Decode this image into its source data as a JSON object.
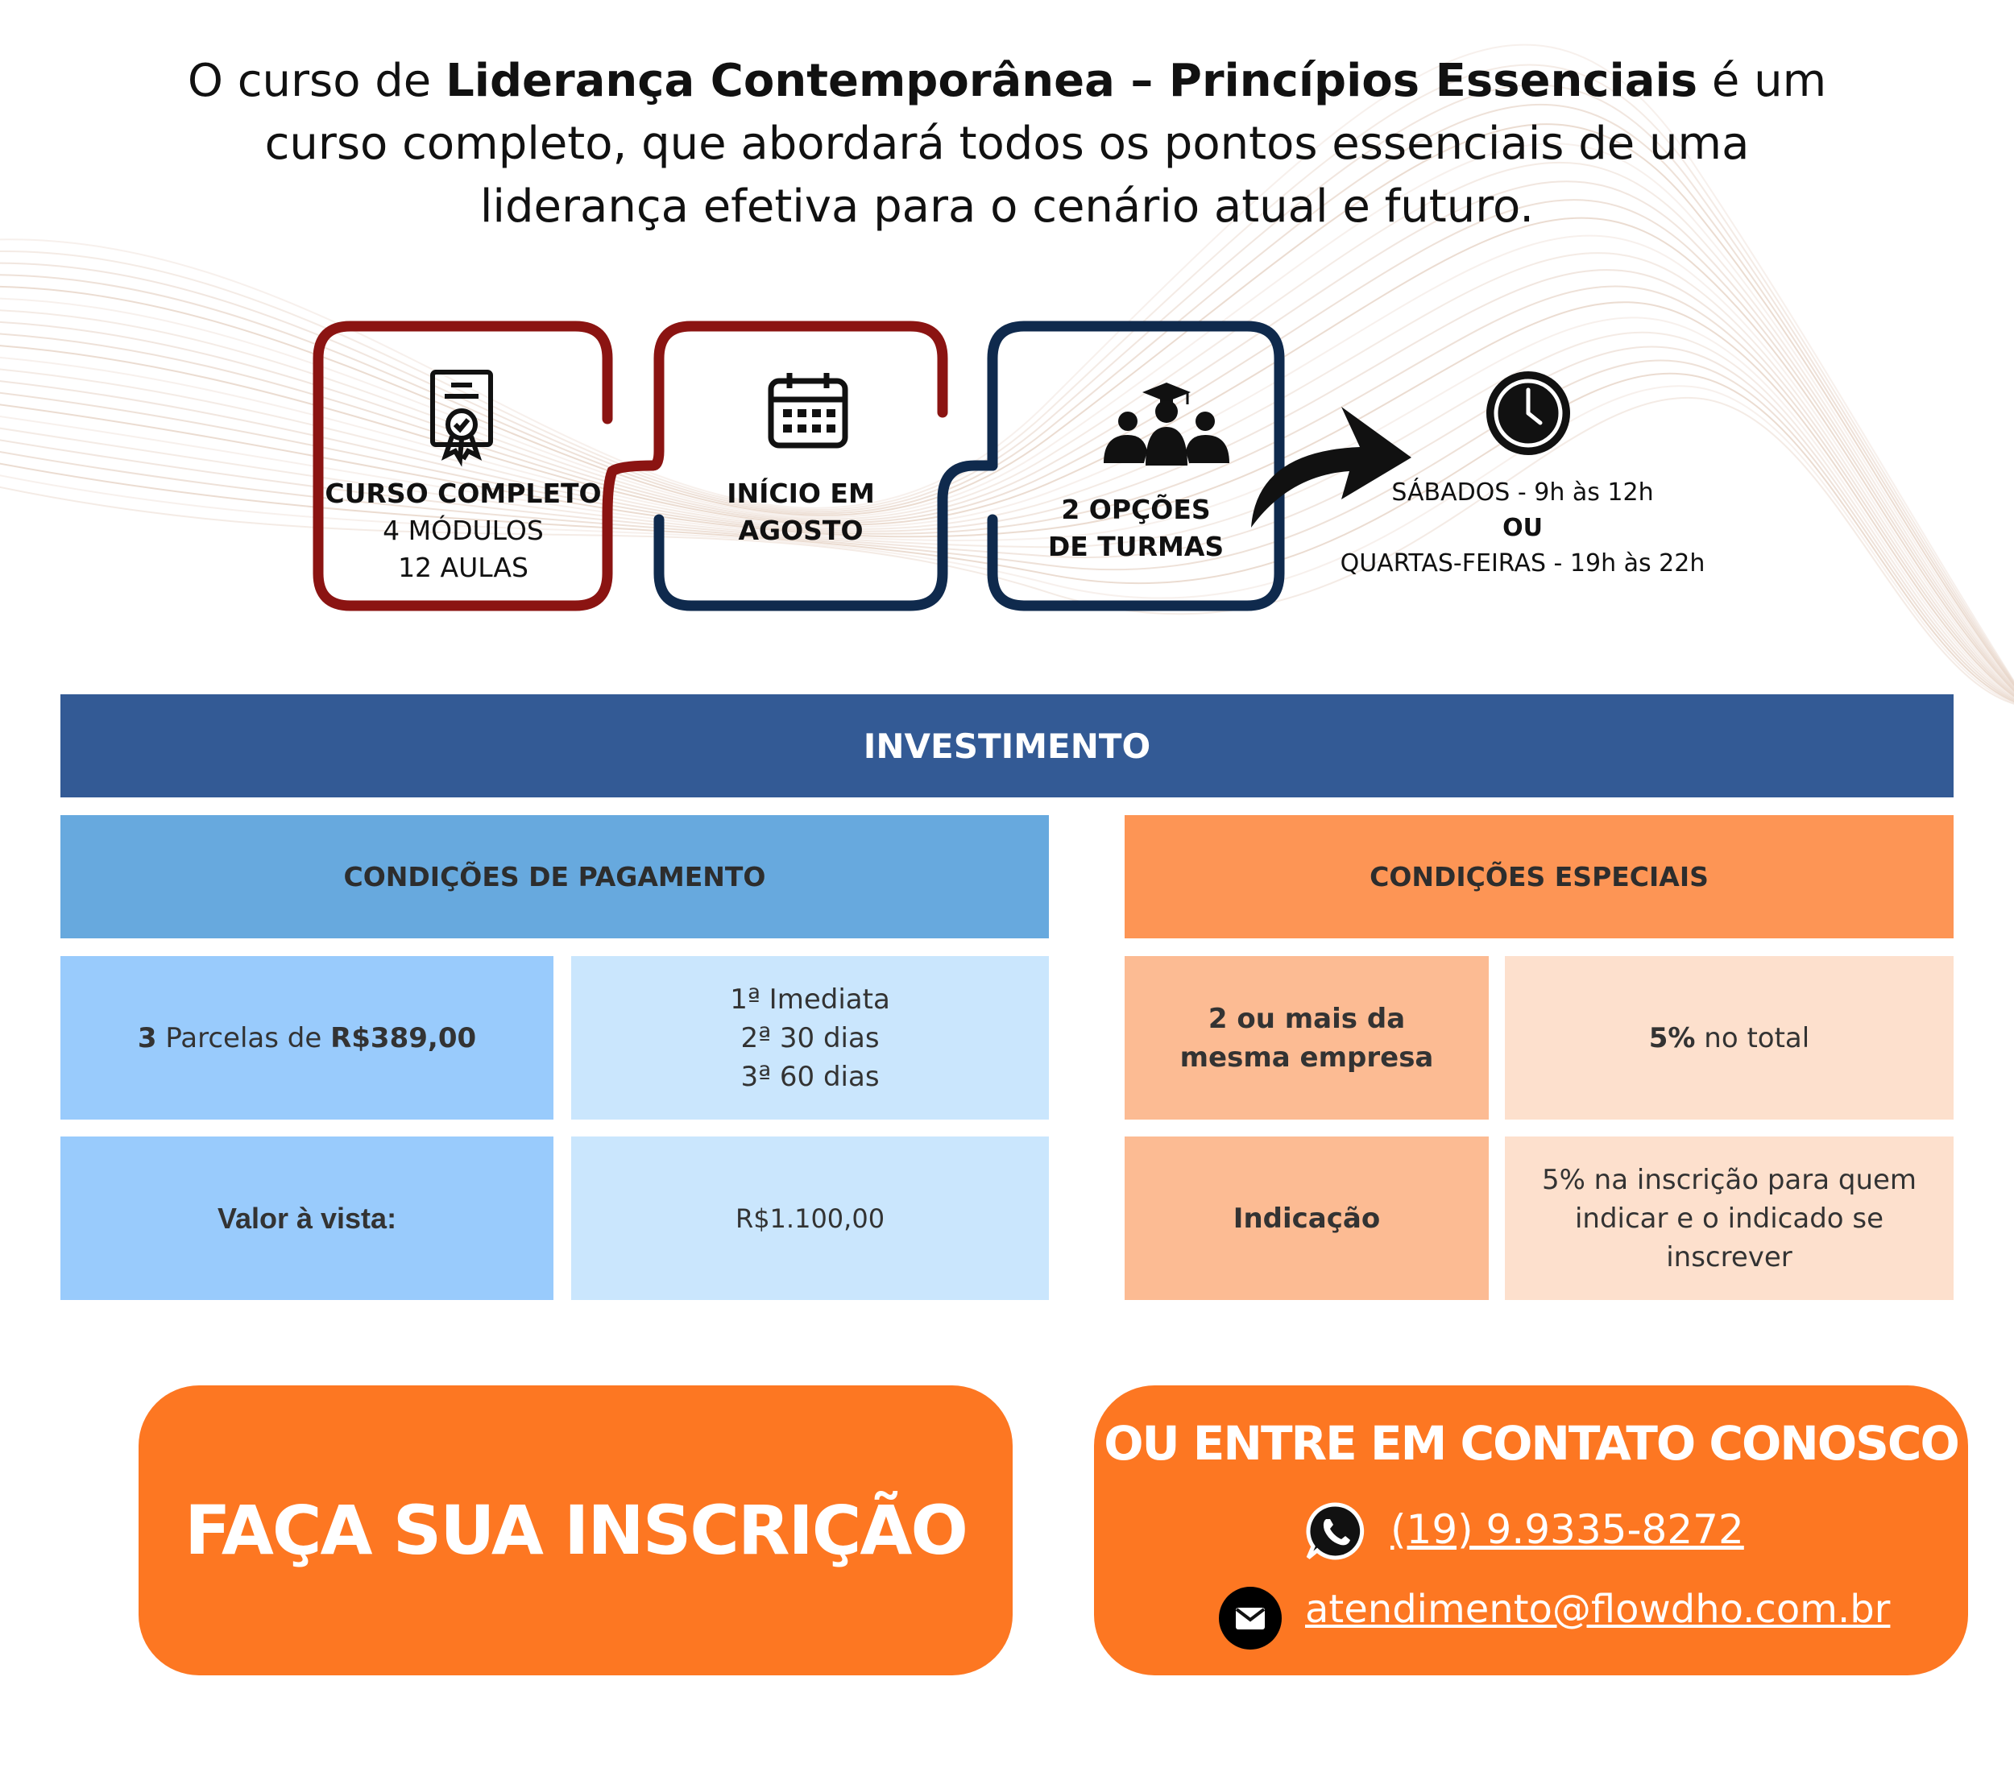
{
  "intro": {
    "prefix": "O curso de ",
    "course_name": "Liderança Contemporânea – Princípios Essenciais",
    "suffix": " é um curso completo, que abordará todos os pontos essenciais de uma liderança efetiva para o cenário atual e futuro."
  },
  "steps": {
    "step1": {
      "title": "CURSO COMPLETO",
      "line2": "4 MÓDULOS",
      "line3": "12 AULAS"
    },
    "step2": {
      "line1": "INÍCIO EM",
      "line2": "AGOSTO"
    },
    "step3": {
      "line1": "2 OPÇÕES",
      "line2": "DE TURMAS"
    },
    "schedule": {
      "line1": "SÁBADOS - 9h às 12h",
      "or": "OU",
      "line2": "QUARTAS-FEIRAS - 19h às 22h"
    }
  },
  "investimento": {
    "title": "INVESTIMENTO",
    "pagamento": {
      "header": "CONDIÇÕES DE PAGAMENTO",
      "parcelas_count": "3",
      "parcelas_text": " Parcelas de ",
      "parcelas_value": "R$389,00",
      "schedule": [
        "1ª Imediata",
        "2ª 30 dias",
        "3ª 60 dias"
      ],
      "vista_label": "Valor à vista:",
      "vista_value": "R$1.100,00"
    },
    "especiais": {
      "header": "CONDIÇÕES ESPECIAIS",
      "row1_label": "2 ou mais da mesma empresa",
      "row1_value_bold": "5%",
      "row1_value_rest": " no total",
      "row2_label": "Indicação",
      "row2_value": "5% na inscrição para quem indicar e o indicado se inscrever"
    }
  },
  "cta": {
    "main": "FAÇA SUA INSCRIÇÃO",
    "contact_title": "OU ENTRE EM CONTATO CONOSCO",
    "phone": "(19) 9.9335-8272",
    "email": "atendimento@flowdho.com.br"
  },
  "colors": {
    "dark_red": "#8b1412",
    "navy": "#0f2a4d",
    "bar_blue": "#335a95",
    "orange": "#fd7722"
  },
  "icons": [
    "certificate-icon",
    "calendar-icon",
    "students-icon",
    "arrow-icon",
    "clock-icon",
    "whatsapp-icon",
    "email-icon"
  ]
}
